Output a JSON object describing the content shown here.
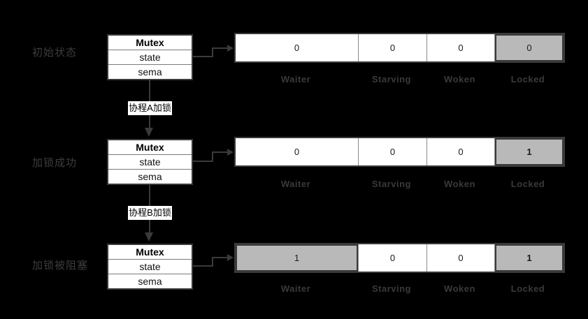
{
  "mutex": {
    "title": "Mutex",
    "fields": [
      "state",
      "sema"
    ]
  },
  "bit_labels": [
    "Waiter",
    "Starving",
    "Woken",
    "Locked"
  ],
  "rows": [
    {
      "state_label": "初始状态",
      "values": [
        "0",
        "0",
        "0",
        "0"
      ],
      "highlighted": [
        "Locked"
      ]
    },
    {
      "state_label": "加锁成功",
      "values": [
        "0",
        "0",
        "0",
        "1"
      ],
      "highlighted": [
        "Locked"
      ]
    },
    {
      "state_label": "加锁被阻塞",
      "values": [
        "1",
        "0",
        "0",
        "1"
      ],
      "highlighted": [
        "Waiter",
        "Locked"
      ]
    }
  ],
  "transitions": [
    {
      "label": "协程A加锁"
    },
    {
      "label": "协程B加锁"
    }
  ],
  "colors": {
    "background": "#000000",
    "box_fill": "#ffffff",
    "highlight_fill": "#b9b9b9",
    "line": "#3a3a3a",
    "dim_text": "#3d3d3d"
  }
}
